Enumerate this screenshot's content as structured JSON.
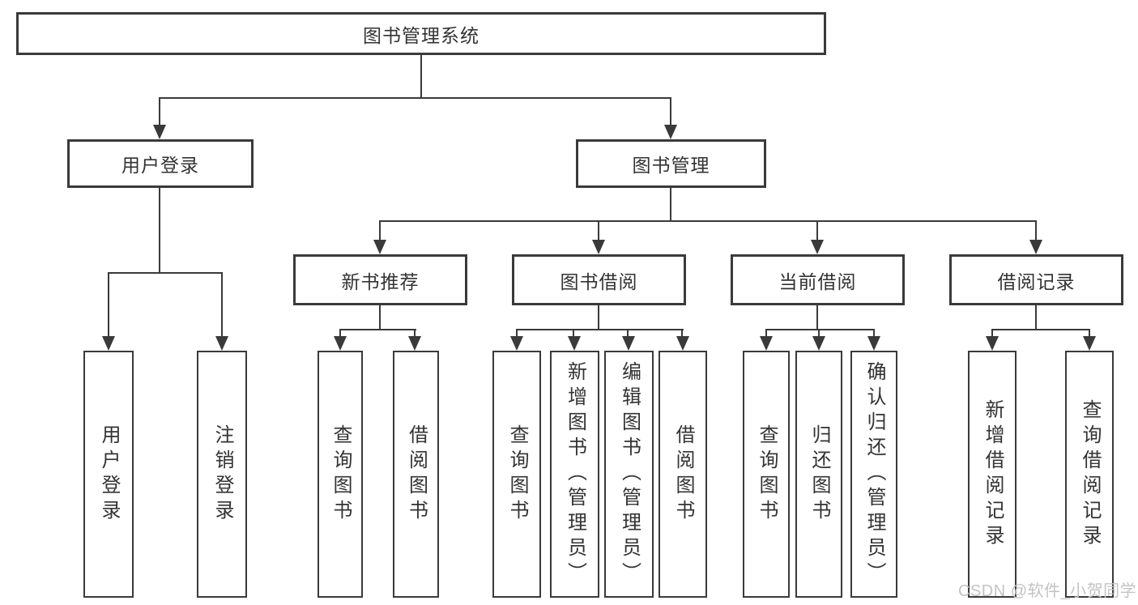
{
  "title": {
    "label": "图书管理系统"
  },
  "level2": {
    "user_login": {
      "label": "用户登录"
    },
    "book_mgmt": {
      "label": "图书管理"
    }
  },
  "level3": {
    "new_books": {
      "label": "新书推荐"
    },
    "book_borrow": {
      "label": "图书借阅"
    },
    "current_borrow": {
      "label": "当前借阅"
    },
    "borrow_records": {
      "label": "借阅记录"
    }
  },
  "leaves": {
    "user_login": [
      "用户登录",
      "注销登录"
    ],
    "new_books": [
      "查询图书",
      "借阅图书"
    ],
    "book_borrow": [
      "查询图书",
      "新增图书（管理员）",
      "编辑图书（管理员）",
      "借阅图书"
    ],
    "current_borrow": [
      "查询图书",
      "归还图书",
      "确认归还（管理员）"
    ],
    "borrow_records": [
      "新增借阅记录",
      "查询借阅记录"
    ]
  },
  "watermark": {
    "text": "CSDN @软件_小贺同学"
  },
  "colors": {
    "line": "#3a3a3a",
    "box_border": "#3a3a3a",
    "text": "#333333",
    "watermark": "#c3c3c3",
    "background": "#ffffff"
  }
}
